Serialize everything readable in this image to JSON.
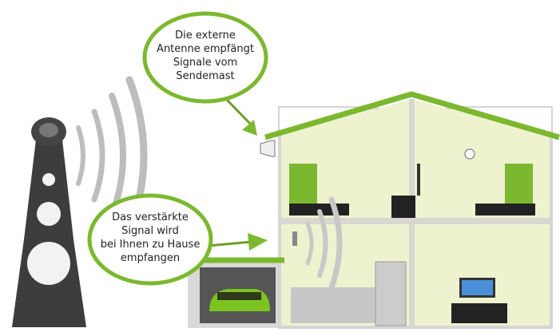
{
  "callouts": {
    "antenna": [
      "Die externe",
      "Antenne empfängt",
      "Signale vom",
      "Sendemast"
    ],
    "indoor": [
      "Das verstärkte",
      "Signal wird",
      "bei Ihnen zu Hause",
      "empfangen"
    ]
  },
  "colors": {
    "accent_green": "#7cb82f",
    "wall": "#eef2cf",
    "tower": "#3d3d3d"
  }
}
